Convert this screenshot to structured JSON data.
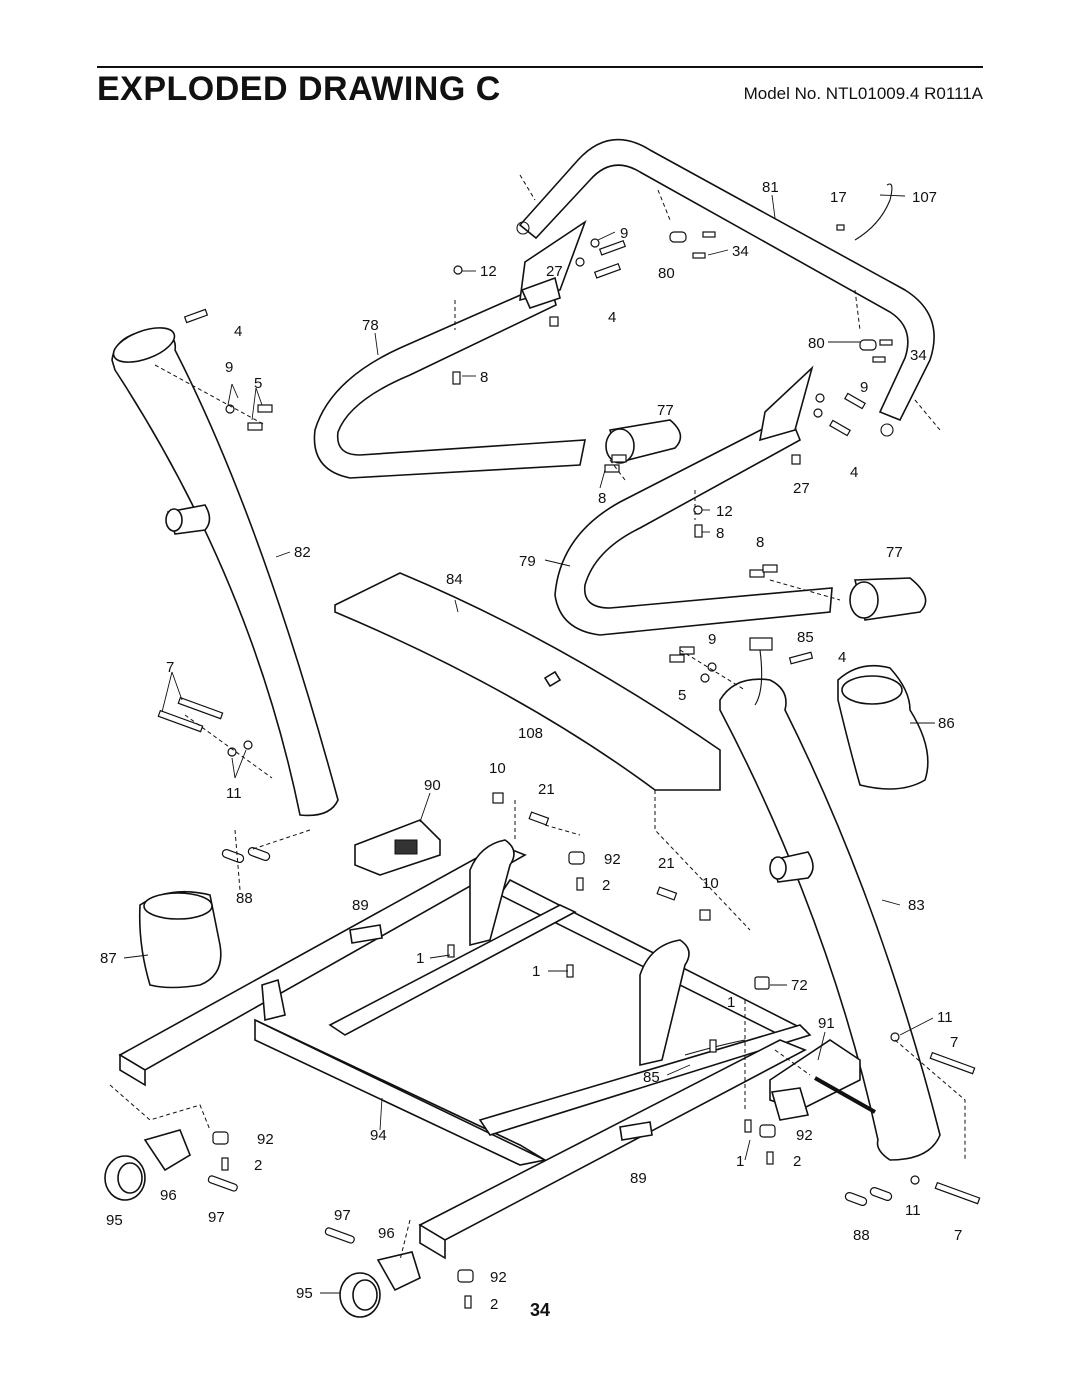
{
  "header": {
    "title": "EXPLODED DRAWING C",
    "model": "Model No. NTL01009.4 R0111A"
  },
  "footer": {
    "page_number": "34"
  },
  "callouts": {
    "c81": "81",
    "c17": "17",
    "c107": "107",
    "c9a": "9",
    "c34a": "34",
    "c80a": "80",
    "c4a": "4",
    "c78": "78",
    "c12a": "12",
    "c27a": "27",
    "c8a": "8",
    "c4b": "4",
    "c9b": "9",
    "c5a": "5",
    "c80b": "80",
    "c34b": "34",
    "c9c": "9",
    "c77a": "77",
    "c8b": "8",
    "c27b": "27",
    "c4c": "4",
    "c12b": "12",
    "c8c": "8",
    "c82": "82",
    "c79": "79",
    "c84": "84",
    "c8d": "8",
    "c77b": "77",
    "c9d": "9",
    "c85a": "85",
    "c4d": "4",
    "c5b": "5",
    "c7a": "7",
    "c108": "108",
    "c86": "86",
    "c11a": "11",
    "c90": "90",
    "c10a": "10",
    "c21a": "21",
    "c92a": "92",
    "c2a": "2",
    "c21b": "21",
    "c10b": "10",
    "c88a": "88",
    "c89a": "89",
    "c83": "83",
    "c87": "87",
    "c1a": "1",
    "c1b": "1",
    "c72": "72",
    "c1c": "1",
    "c91": "91",
    "c11b": "11",
    "c7b": "7",
    "c85b": "85",
    "c92b": "92",
    "c94": "94",
    "c92c": "92",
    "c2b": "2",
    "c1d": "1",
    "c2c": "2",
    "c89b": "89",
    "c96a": "96",
    "c95a": "95",
    "c97a": "97",
    "c97b": "97",
    "c96b": "96",
    "c11c": "11",
    "c88b": "88",
    "c7c": "7",
    "c92d": "92",
    "c95b": "95",
    "c2d": "2"
  }
}
